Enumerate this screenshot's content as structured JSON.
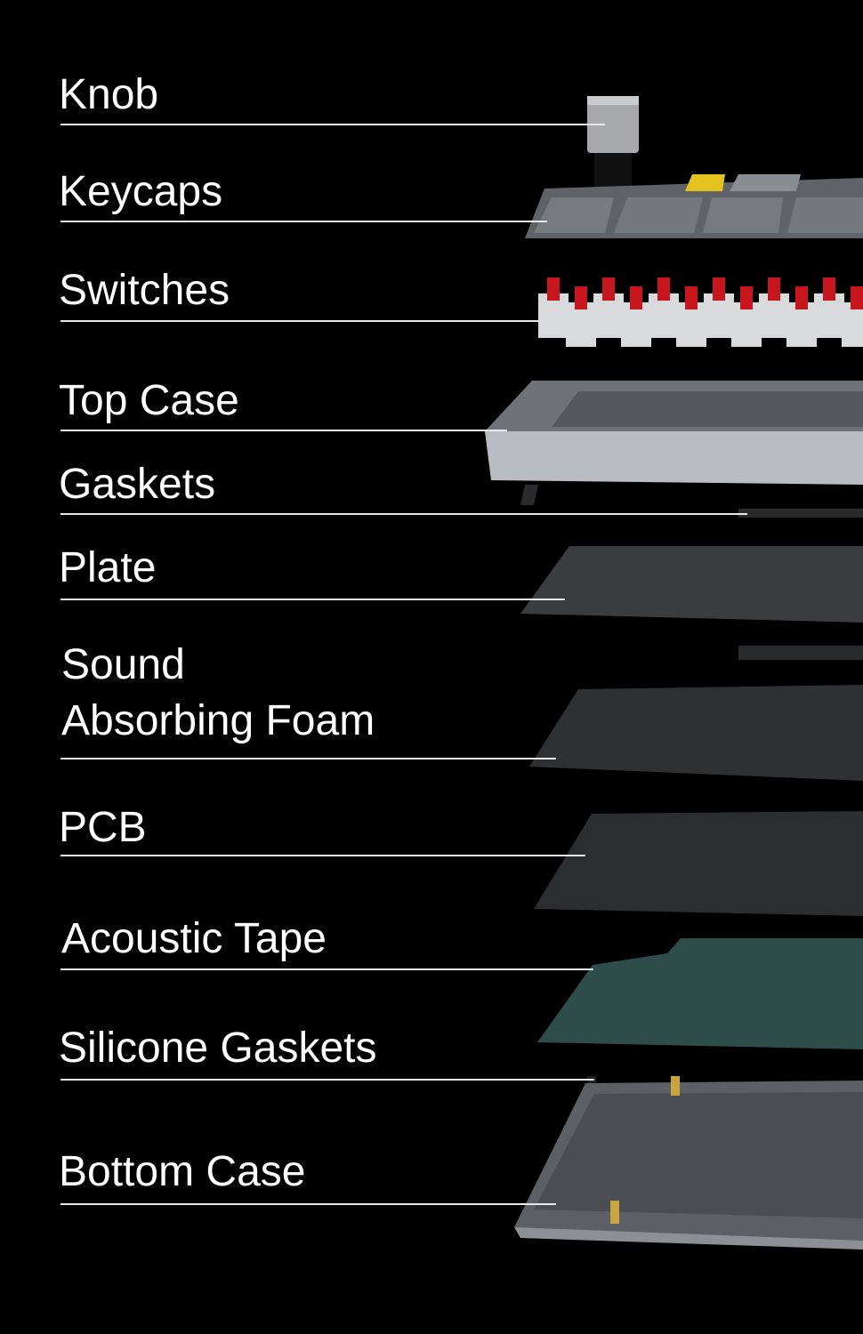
{
  "diagram": {
    "components": [
      {
        "label": "Knob"
      },
      {
        "label": "Keycaps"
      },
      {
        "label": "Switches"
      },
      {
        "label": "Top Case"
      },
      {
        "label": "Gaskets"
      },
      {
        "label": "Plate"
      },
      {
        "label": "Sound\nAbsorbing Foam"
      },
      {
        "label": "PCB"
      },
      {
        "label": "Acoustic Tape"
      },
      {
        "label": "Silicone Gaskets"
      },
      {
        "label": "Bottom Case"
      }
    ],
    "colors": {
      "background": "#000000",
      "text": "#ffffff",
      "keycap_gray": "#707378",
      "switch_red": "#c8161e",
      "case_gray": "#9a9fa4",
      "plate_dark": "#3a3b3d",
      "tape_teal": "#2d4c4a",
      "brass": "#c9a441"
    }
  }
}
